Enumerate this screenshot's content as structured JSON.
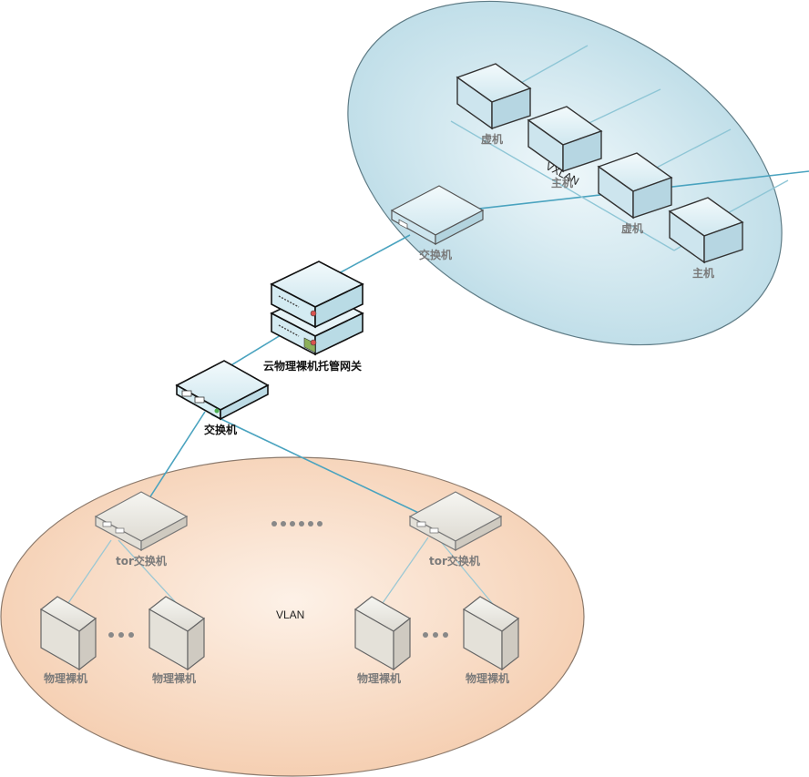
{
  "regions": {
    "vxlan": "VXLAN",
    "vlan": "VLAN"
  },
  "labels": {
    "vm_1": "虚机",
    "host_1": "主机",
    "vm_2": "虚机",
    "host_2": "主机",
    "cloud_switch": "交换机",
    "gateway": "云物理裸机托管网关",
    "core_switch": "交换机",
    "tor_left": "tor交换机",
    "tor_right": "tor交换机",
    "bm_1": "物理裸机",
    "bm_2": "物理裸机",
    "bm_3": "物理裸机",
    "bm_4": "物理裸机"
  },
  "colors": {
    "vxlan_fill": "#cfe6ee",
    "vlan_fill": "#f8dcc6",
    "link": "#4aa3bf",
    "device_top": "#e2f1f6",
    "device_side": "#c0dce6",
    "server_top": "#ecece6",
    "server_side": "#d6d2c8"
  },
  "icons": {
    "cloud_box": "cube-icon",
    "switch": "network-switch-icon",
    "gateway": "rack-server-icon",
    "baremetal": "tower-server-icon",
    "ellipsis": "ellipsis-icon"
  }
}
